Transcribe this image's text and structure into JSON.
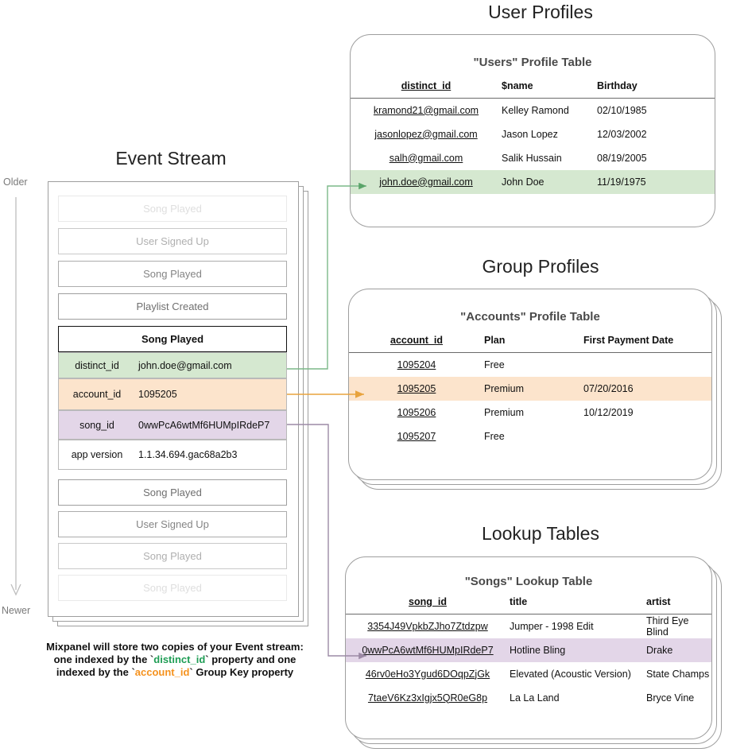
{
  "sections": {
    "event_stream_title": "Event Stream",
    "user_profiles_title": "User Profiles",
    "group_profiles_title": "Group Profiles",
    "lookup_tables_title": "Lookup Tables"
  },
  "timeline": {
    "older_label": "Older",
    "newer_label": "Newer"
  },
  "event_stream": {
    "events_above": [
      {
        "label": "Song Played"
      },
      {
        "label": "User Signed Up"
      },
      {
        "label": "Song Played"
      },
      {
        "label": "Playlist Created"
      }
    ],
    "selected_event": {
      "name": "Song Played",
      "properties": [
        {
          "key": "distinct_id",
          "value": "john.doe@gmail.com",
          "highlight": "green"
        },
        {
          "key": "account_id",
          "value": "1095205",
          "highlight": "orange"
        },
        {
          "key": "song_id",
          "value": "0wwPcA6wtMf6HUMpIRdeP7",
          "highlight": "purple"
        },
        {
          "key": "app version",
          "value": "1.1.34.694.gac68a2b3",
          "highlight": "none"
        }
      ]
    },
    "events_below": [
      {
        "label": "Song Played"
      },
      {
        "label": "User Signed Up"
      },
      {
        "label": "Song Played"
      },
      {
        "label": "Song Played"
      }
    ]
  },
  "caption": {
    "line1": "Mixpanel will store two copies of your Event stream:",
    "line2_a": "one indexed by the `",
    "line2_key": "distinct_id",
    "line2_b": "` property and one",
    "line3_a": "indexed by the `",
    "line3_key": "account_id",
    "line3_b": "` Group Key property"
  },
  "users_table": {
    "title": "\"Users\" Profile Table",
    "columns": [
      "distinct_id",
      "$name",
      "Birthday"
    ],
    "rows": [
      {
        "cells": [
          "kramond21@gmail.com",
          "Kelley Ramond",
          "02/10/1985"
        ],
        "highlight": "none"
      },
      {
        "cells": [
          "jasonlopez@gmail.com",
          "Jason Lopez",
          "12/03/2002"
        ],
        "highlight": "none"
      },
      {
        "cells": [
          "salh@gmail.com",
          "Salik Hussain",
          "08/19/2005"
        ],
        "highlight": "none"
      },
      {
        "cells": [
          "john.doe@gmail.com",
          "John Doe",
          "11/19/1975"
        ],
        "highlight": "green"
      }
    ]
  },
  "accounts_table": {
    "title": "\"Accounts\" Profile Table",
    "columns": [
      "account_id",
      "Plan",
      "First Payment Date"
    ],
    "rows": [
      {
        "cells": [
          "1095204",
          "Free",
          ""
        ],
        "highlight": "none"
      },
      {
        "cells": [
          "1095205",
          "Premium",
          "07/20/2016"
        ],
        "highlight": "orange"
      },
      {
        "cells": [
          "1095206",
          "Premium",
          "10/12/2019"
        ],
        "highlight": "none"
      },
      {
        "cells": [
          "1095207",
          "Free",
          ""
        ],
        "highlight": "none"
      }
    ]
  },
  "songs_table": {
    "title": "\"Songs\" Lookup Table",
    "columns": [
      "song_id",
      "title",
      "artist"
    ],
    "rows": [
      {
        "cells": [
          "3354J49VpkbZJho7Ztdzpw",
          "Jumper - 1998 Edit",
          "Third Eye Blind"
        ],
        "highlight": "none"
      },
      {
        "cells": [
          "0wwPcA6wtMf6HUMpIRdeP7",
          "Hotline Bling",
          "Drake"
        ],
        "highlight": "purple"
      },
      {
        "cells": [
          "46rv0eHo3Ygud6DOqpZjGk",
          "Elevated (Acoustic Version)",
          "State Champs"
        ],
        "highlight": "none"
      },
      {
        "cells": [
          "7taeV6Kz3xIgjx5QR0eG8p",
          "La La Land",
          "Bryce Vine"
        ],
        "highlight": "none"
      }
    ]
  },
  "colors": {
    "green": "#d5e8d0",
    "orange": "#fce4cc",
    "purple": "#e3d6e8",
    "arrow_green": "#5aa469",
    "arrow_orange": "#e8a33d",
    "arrow_purple": "#9c8aa5",
    "border": "#9e9e9e"
  }
}
